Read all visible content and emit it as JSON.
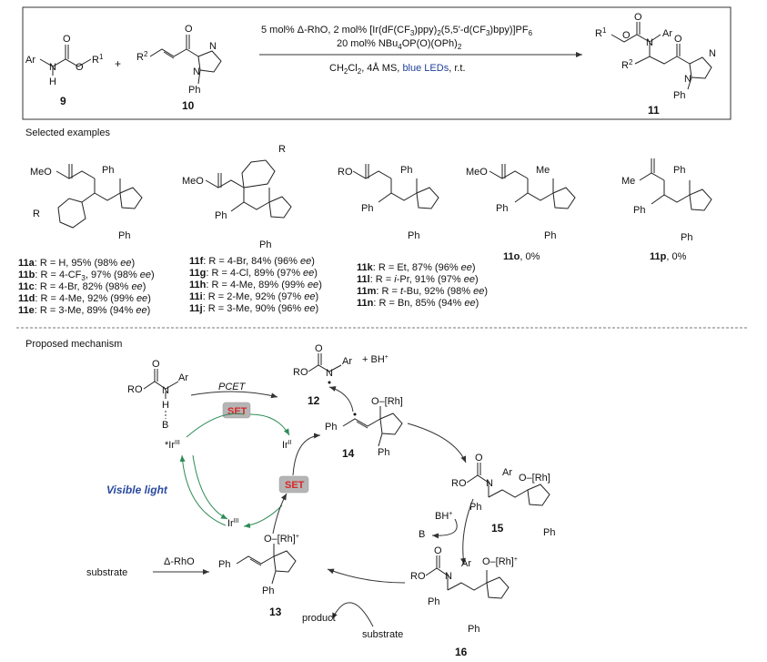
{
  "scheme": {
    "reactant_9": {
      "ar": "Ar",
      "n": "N",
      "h": "H",
      "o1": "O",
      "o2": "O",
      "r1": "R",
      "r1_sup": "1",
      "label": "9"
    },
    "plus": "+",
    "reactant_10": {
      "r2": "R",
      "r2_sup": "2",
      "o": "O",
      "n1": "N",
      "n2": "N",
      "ph": "Ph",
      "label": "10"
    },
    "conditions": {
      "line1_a": "5 mol% Δ-RhO, 2 mol% [Ir(dF(CF",
      "line1_b": ")ppy)",
      "line1_c": "(5,5'-d(CF",
      "line1_d": ")bpy)]PF",
      "line1_sub3": "3",
      "line1_sub2": "2",
      "line1_sub6": "6",
      "line2_a": "20 mol% NBu",
      "line2_sub4": "4",
      "line2_b": "OP(O)(OPh)",
      "line2_sub2": "2",
      "line3_a": "CH",
      "line3_sub2": "2",
      "line3_b": "Cl",
      "line3_c": ", 4Å MS, ",
      "line3_blue": "blue LEDs",
      "line3_d": ", r.t."
    },
    "product_11": {
      "r1": "R",
      "r1_sup": "1",
      "ar": "Ar",
      "r2": "R",
      "r2_sup": "2",
      "o1": "O",
      "o2": "O",
      "o3": "O",
      "n1": "N",
      "n2": "N",
      "n3": "N",
      "ph": "Ph",
      "label": "11"
    }
  },
  "examples": {
    "heading": "Selected examples",
    "group_a": {
      "label_prefix": "Me",
      "r": "R",
      "ph": "Ph",
      "items": [
        {
          "id": "11a",
          "text": ": R = H, 95% (98% ",
          "ee": "ee",
          "close": ")"
        },
        {
          "id": "11b",
          "text": ": R = 4-CF",
          "sub": "3",
          "text2": ", 97% (98% ",
          "ee": "ee",
          "close": ")"
        },
        {
          "id": "11c",
          "text": ": R = 4-Br, 82% (98% ",
          "ee": "ee",
          "close": ")"
        },
        {
          "id": "11d",
          "text": ": R = 4-Me, 92% (99% ",
          "ee": "ee",
          "close": ")"
        },
        {
          "id": "11e",
          "text": ": R = 3-Me, 89% (94% ",
          "ee": "ee",
          "close": ")"
        }
      ]
    },
    "group_f": {
      "r": "R",
      "meo": "MeO",
      "ph": "Ph",
      "items": [
        {
          "id": "11f",
          "text": ": R = 4-Br, 84% (96% ",
          "ee": "ee",
          "close": ")"
        },
        {
          "id": "11g",
          "text": ": R = 4-Cl, 89% (97% ",
          "ee": "ee",
          "close": ")"
        },
        {
          "id": "11h",
          "text": ": R = 4-Me, 89% (99% ",
          "ee": "ee",
          "close": ")"
        },
        {
          "id": "11i",
          "text": ": R = 2-Me, 92% (97% ",
          "ee": "ee",
          "close": ")"
        },
        {
          "id": "11j",
          "text": ": R = 3-Me, 90% (96% ",
          "ee": "ee",
          "close": ")"
        }
      ]
    },
    "group_k": {
      "ro": "RO",
      "ph": "Ph",
      "items": [
        {
          "id": "11k",
          "text": ": R = Et, 87% (96% ",
          "ee": "ee",
          "close": ")"
        },
        {
          "id": "11l",
          "text": ": R = ",
          "ital": "i",
          "text2": "-Pr, 91% (97% ",
          "ee": "ee",
          "close": ")"
        },
        {
          "id": "11m",
          "text": ": R = ",
          "ital": "t",
          "text2": "-Bu, 92% (98% ",
          "ee": "ee",
          "close": ")"
        },
        {
          "id": "11n",
          "text": ": R = Bn, 85% (94% ",
          "ee": "ee",
          "close": ")"
        }
      ]
    },
    "item_11o": {
      "id": "11o",
      "text": ", 0%",
      "meo": "MeO",
      "me": "Me",
      "ph": "Ph"
    },
    "item_11p": {
      "id": "11p",
      "text": ", 0%",
      "me": "Me",
      "ph": "Ph"
    }
  },
  "mechanism": {
    "heading": "Proposed mechanism",
    "ro": "RO",
    "ar": "Ar",
    "n": "N",
    "h": "H",
    "b": "B",
    "o": "O",
    "pcet": "PCET",
    "set": "SET",
    "ir_star": "*Ir",
    "ir_iii_sup": "III",
    "ir_ii": "Ir",
    "ir_ii_sup": "II",
    "ir_iii": "Ir",
    "visible_light": "Visible light",
    "plus_bh": "+  BH",
    "bh_sup": "+",
    "label_12": "12",
    "label_13": "13",
    "label_14": "14",
    "label_15": "15",
    "label_16": "16",
    "o_rh": "O–[Rh]",
    "o_rh_plus": "O–[Rh]",
    "plus_sup": "+",
    "ph": "Ph",
    "bh_plus": "BH",
    "b_out": "B",
    "substrate_left": "substrate",
    "rho": "Δ-RhO",
    "product": "product",
    "substrate_bottom": "substrate"
  }
}
